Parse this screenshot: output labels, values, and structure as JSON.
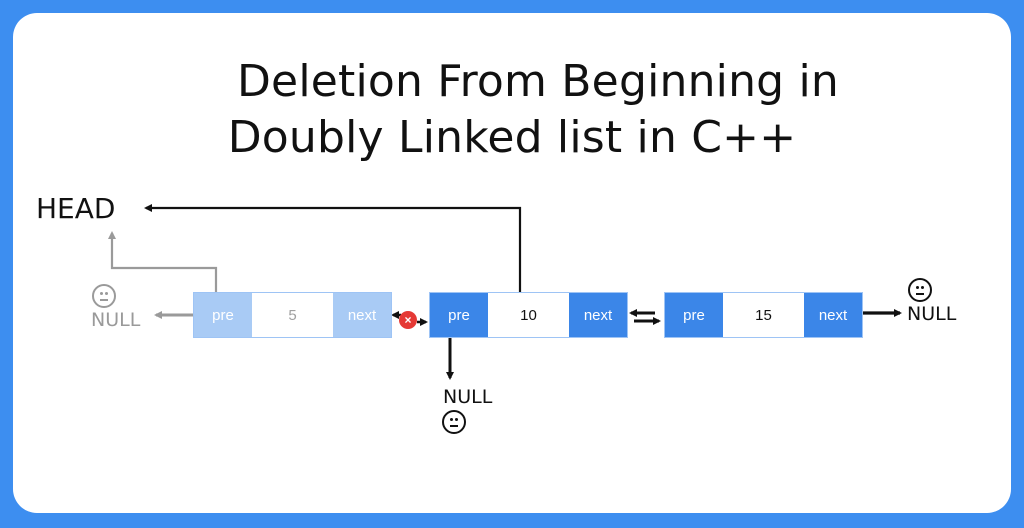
{
  "title": {
    "line1": "Deletion  From Beginning in",
    "line2": "Doubly Linked list in C++"
  },
  "head_label": "HEAD",
  "null_label": "NULL",
  "nodes": [
    {
      "pre": "pre",
      "value": "5",
      "next": "next",
      "state": "deleted"
    },
    {
      "pre": "pre",
      "value": "10",
      "next": "next",
      "state": "active"
    },
    {
      "pre": "pre",
      "value": "15",
      "next": "next",
      "state": "active"
    }
  ],
  "delete_mark": "×",
  "icons": {
    "face": "neutral-face-icon",
    "cross": "cross-icon"
  },
  "colors": {
    "background": "#3d8ef0",
    "pointer_cell": "#3b86e8",
    "pointer_cell_faded": "#a9cbf5",
    "delete_mark": "#e53935"
  }
}
